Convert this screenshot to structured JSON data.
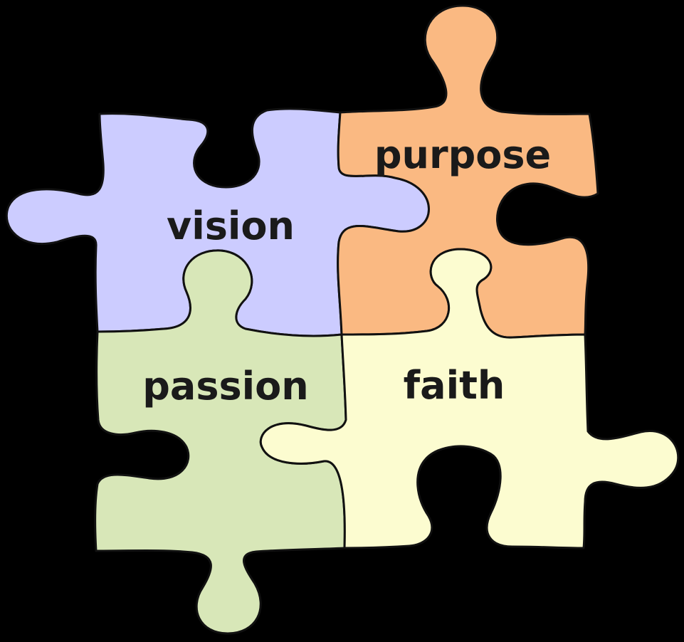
{
  "pieces": [
    {
      "id": "vision",
      "label": "vision",
      "color": "#CCCCFF"
    },
    {
      "id": "purpose",
      "label": "purpose",
      "color": "#FAB982"
    },
    {
      "id": "passion",
      "label": "passion",
      "color": "#D8E7B8"
    },
    {
      "id": "faith",
      "label": "faith",
      "color": "#FCFCD0"
    }
  ],
  "background": "#000000",
  "outline_color": "#111111"
}
